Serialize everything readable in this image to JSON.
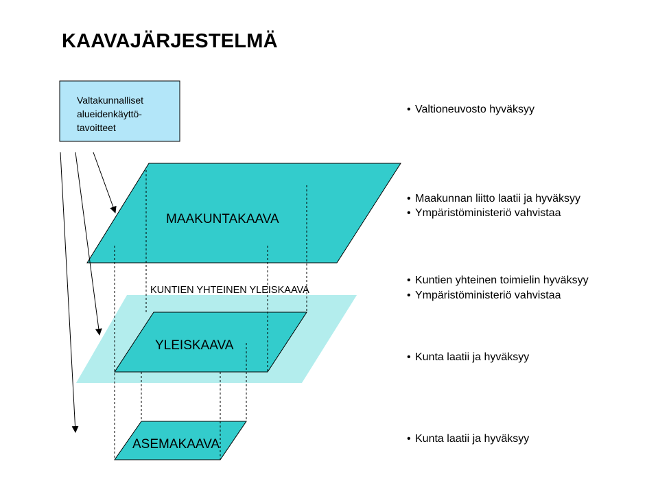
{
  "title": "KAAVAJÄRJESTELMÄ",
  "colors": {
    "objectives_box": "#b3e6f9",
    "plan_fill": "#33cccc",
    "light_plane": "#b3eded",
    "line": "#000000"
  },
  "objectives_box": {
    "lines": [
      "Valtakunnalliset",
      "alueidenkäyttö-",
      "tavoitteet"
    ]
  },
  "planes": {
    "maakuntakaava": "MAAKUNTAKAAVA",
    "yhteinen_yleiskaava": "KUNTIEN YHTEINEN YLEISKAAVA",
    "yleiskaava": "YLEISKAAVA",
    "asemakaava": "ASEMAKAAVA"
  },
  "bullets": {
    "objectives": [
      "Valtioneuvosto hyväksyy"
    ],
    "maakuntakaava": [
      "Maakunnan liitto laatii ja hyväksyy",
      "Ympäristöministeriö vahvistaa"
    ],
    "yhteinen": [
      "Kuntien yhteinen toimielin hyväksyy",
      "Ympäristöministeriö vahvistaa"
    ],
    "yleiskaava": [
      "Kunta laatii ja hyväksyy"
    ],
    "asemakaava": [
      "Kunta laatii ja hyväksyy"
    ]
  },
  "bullet_symbol": "•"
}
